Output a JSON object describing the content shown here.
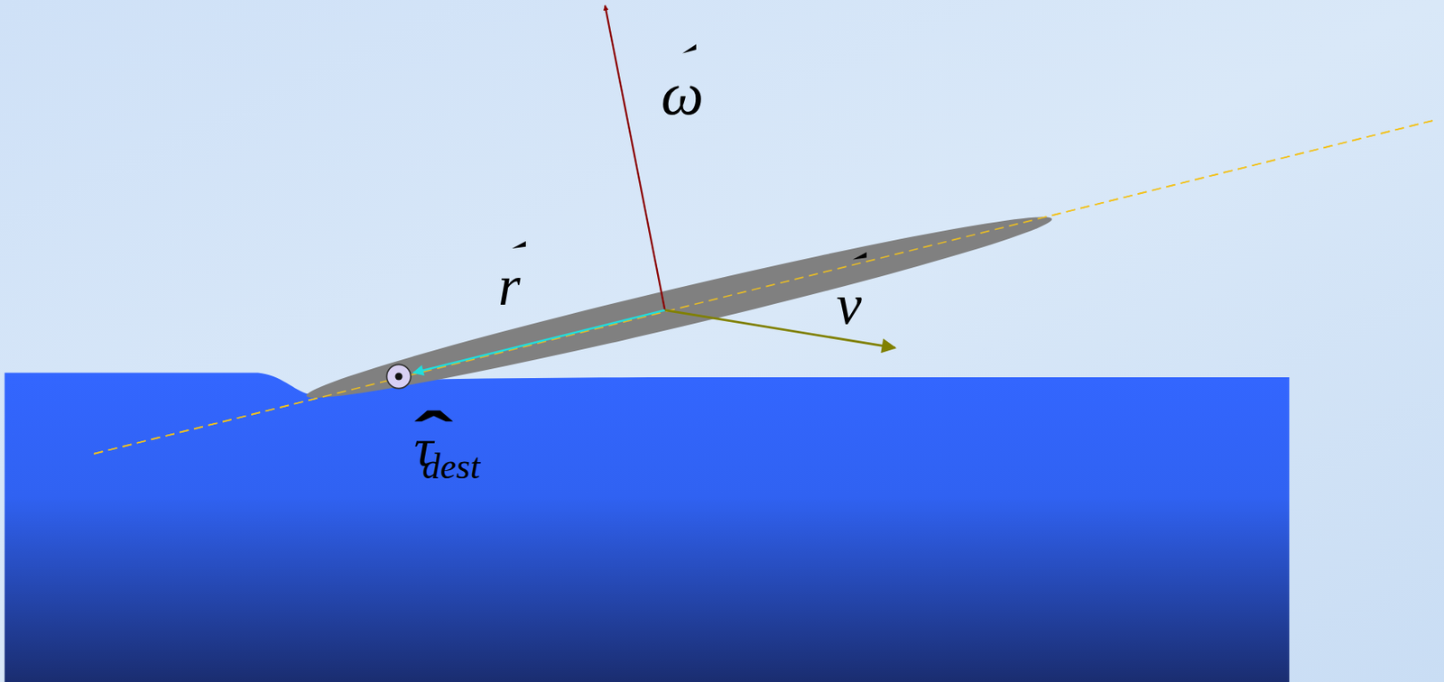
{
  "diagram": {
    "labels": [
      "ω",
      "r",
      "v",
      "τ",
      "dest"
    ]
  }
}
